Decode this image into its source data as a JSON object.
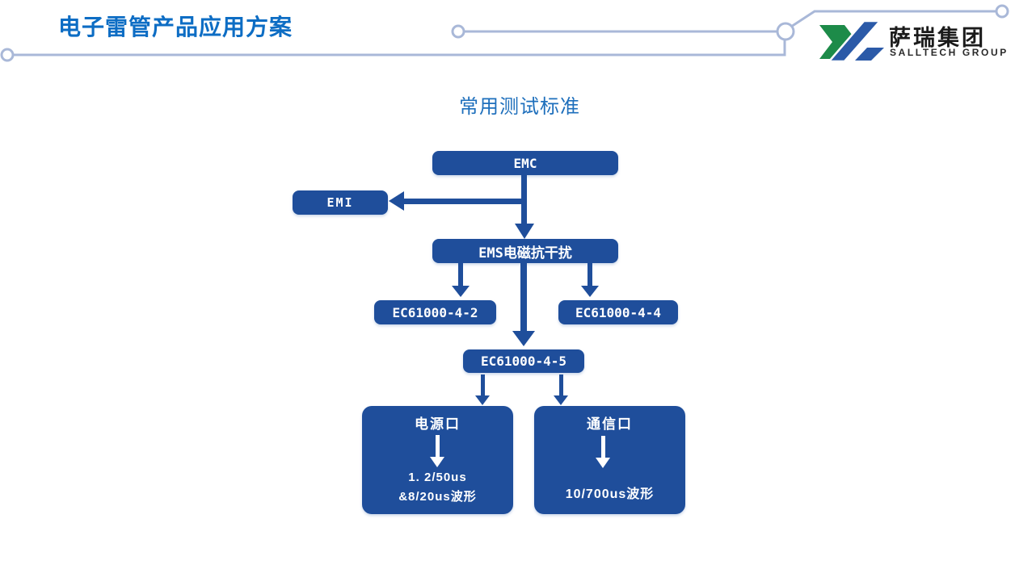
{
  "header": {
    "title": "电子雷管产品应用方案",
    "logo": {
      "name_cn": "萨瑞集团",
      "name_en": "SALLTECH GROUP"
    }
  },
  "diagram": {
    "title": "常用测试标准",
    "nodes": {
      "emc": {
        "label": "EMC"
      },
      "emi": {
        "label": "EMI"
      },
      "ems": {
        "label": "EMS电磁抗干扰"
      },
      "ec_4_2": {
        "label": "EC61000-4-2"
      },
      "ec_4_4": {
        "label": "EC61000-4-4"
      },
      "ec_4_5": {
        "label": "EC61000-4-5"
      },
      "power_port": {
        "title": "电源口",
        "lines": [
          "1. 2/50us",
          "&8/20us波形"
        ]
      },
      "comm_port": {
        "title": "通信口",
        "lines": [
          "10/700us波形"
        ]
      }
    },
    "edges": [
      "EMC → EMS电磁抗干扰",
      "EMS电磁抗干扰 → EMI",
      "EMS电磁抗干扰 → EC61000-4-2",
      "EMS电磁抗干扰 → EC61000-4-4",
      "EMS电磁抗干扰 → EC61000-4-5",
      "EC61000-4-5 → 电源口",
      "EC61000-4-5 → 通信口",
      "电源口 → 1. 2/50us &8/20us波形",
      "通信口 → 10/700us波形"
    ]
  },
  "colors": {
    "box_blue": "#1F4E9B",
    "title_blue": "#0D6DC4",
    "subtitle_blue": "#1E6FBC",
    "connector_gray": "#A9B8D8",
    "logo_green": "#1D8B49",
    "logo_blue": "#2B5AA8"
  }
}
